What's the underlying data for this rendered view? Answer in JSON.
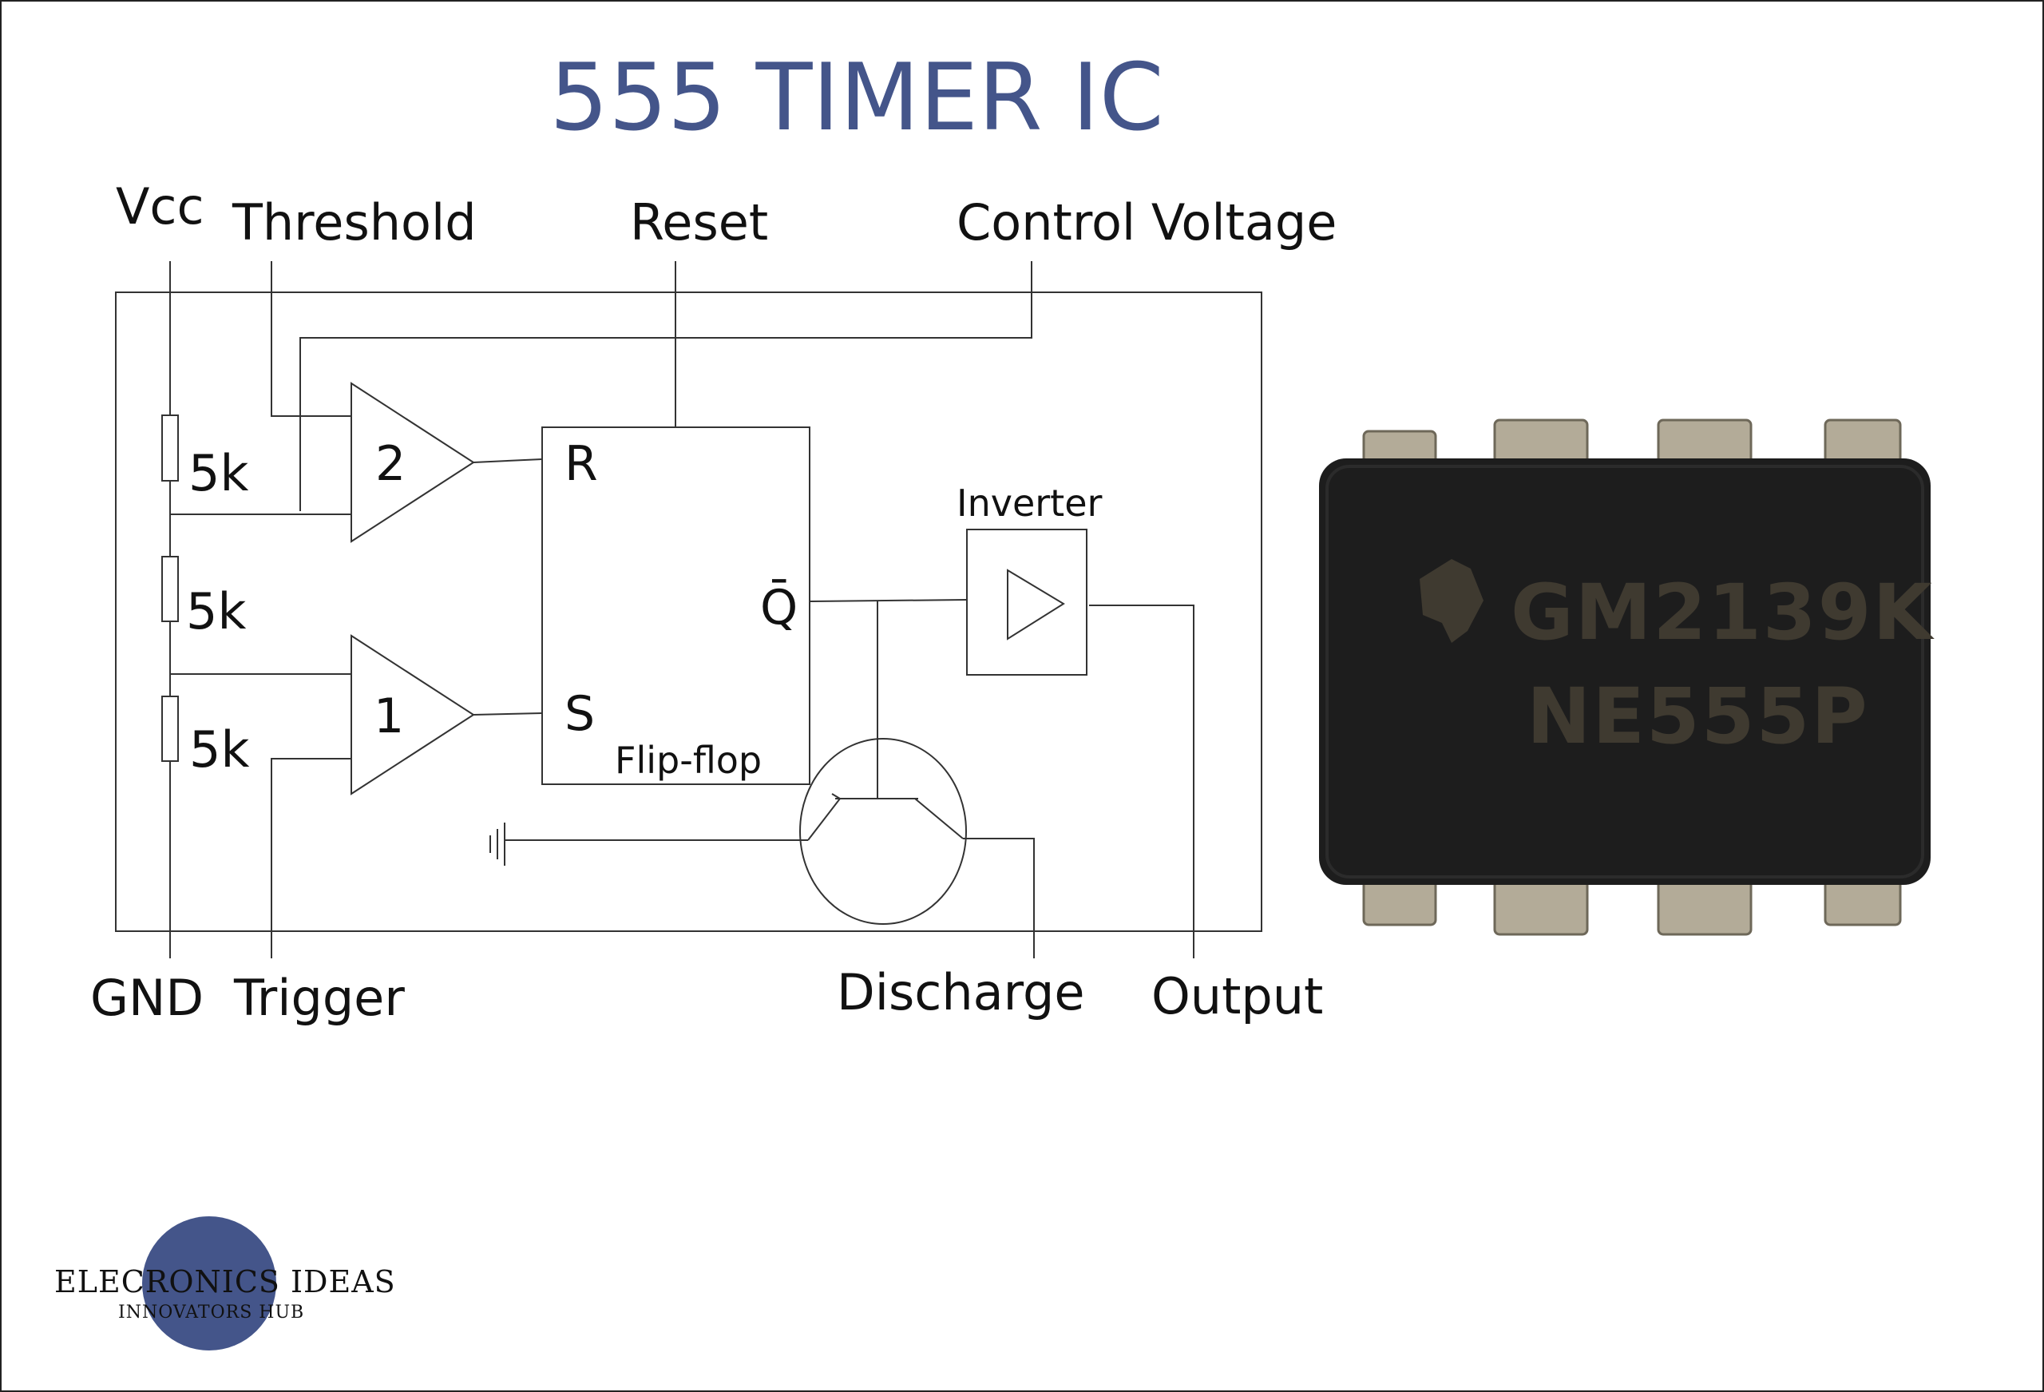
{
  "title": "555 TIMER IC",
  "pins": {
    "vcc": "Vcc",
    "threshold": "Threshold",
    "reset": "Reset",
    "control_voltage": "Control Voltage",
    "gnd": "GND",
    "trigger": "Trigger",
    "discharge": "Discharge",
    "output": "Output"
  },
  "resistors": [
    "5k",
    "5k",
    "5k"
  ],
  "comparators": {
    "upper": "2",
    "lower": "1"
  },
  "flip_flop": {
    "name": "Flip-flop",
    "r": "R",
    "s": "S",
    "qbar": "Q̄"
  },
  "inverter": "Inverter",
  "chip": {
    "line1": "GM2139K",
    "line2": "NE555P"
  },
  "logo": {
    "main": "ELECRONICS IDEAS",
    "sub": "INNOVATORS HUB"
  },
  "colors": {
    "title": "#44558a",
    "logo_circle": "#44558a",
    "line": "#333333",
    "chip_body": "#1d1d1d",
    "chip_pin": "#b3ab98"
  }
}
